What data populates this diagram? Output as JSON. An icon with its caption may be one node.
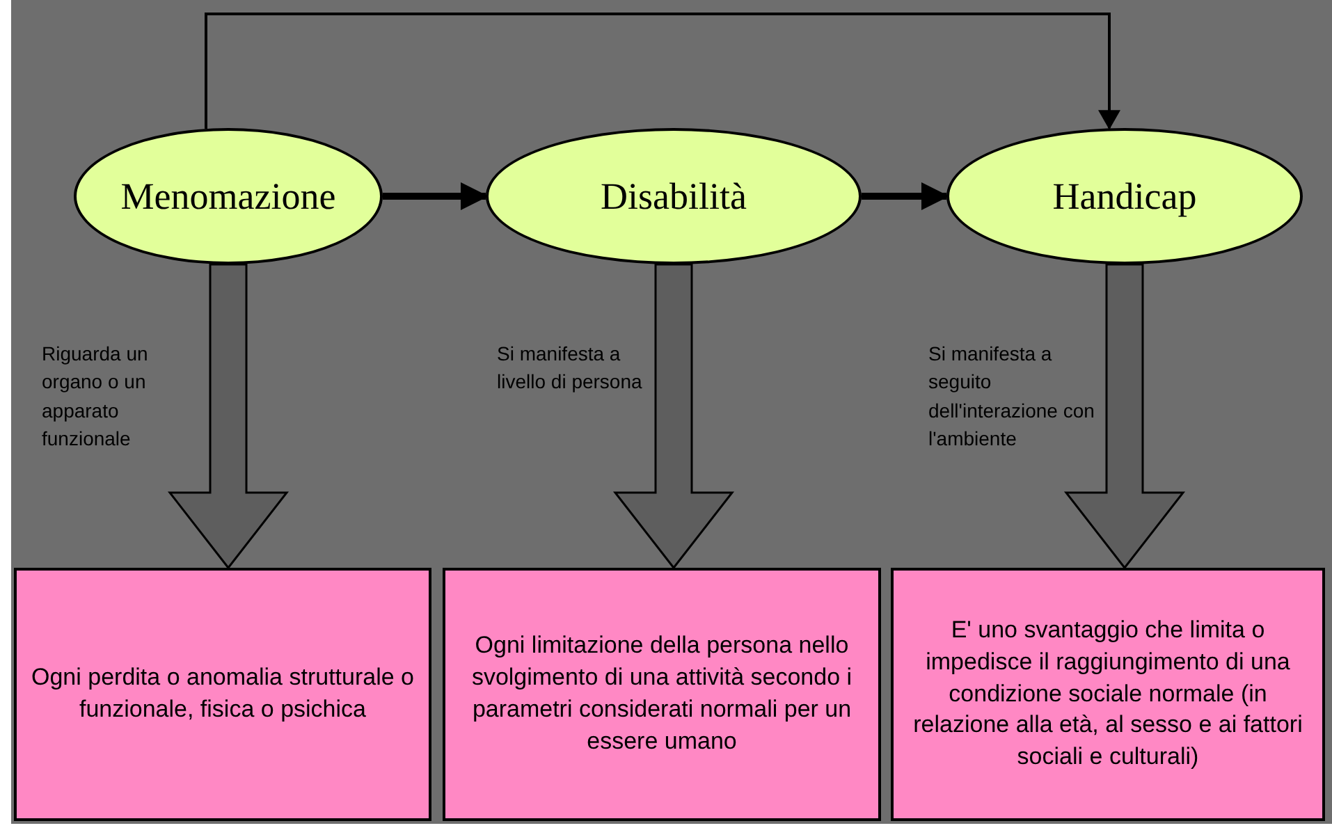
{
  "diagram": {
    "nodes": [
      {
        "text": [
          "Menomazione"
        ]
      },
      {
        "text": [
          "Disabilità"
        ]
      },
      {
        "text": [
          "Handicap"
        ]
      },
      {
        "text": [
          "Ogni perdita o anomalia strutturale o funzionale, fisica o psichica"
        ]
      },
      {
        "text": [
          "Ogni limitazione della persona nello svolgimento di una attività secondo i parametri considerati normali per un essere umano"
        ]
      },
      {
        "text": [
          "E' uno svantaggio che limita o impedisce il raggiungimento di una condizione sociale normale (in relazione alla età, al sesso e ai fattori sociali e culturali)"
        ]
      }
    ],
    "edges": [
      {
        "from": 0,
        "to": 1,
        "arrow": "to"
      },
      {
        "from": 1,
        "to": 2,
        "arrow": "to"
      },
      {
        "from": 0,
        "to": 2,
        "arrow": "to"
      },
      {
        "from": 0,
        "to": 3,
        "arrow": "to",
        "style": "thick",
        "label": "Riguarda un organo o un apparato funzionale"
      },
      {
        "from": 1,
        "to": 4,
        "arrow": "to",
        "style": "thick",
        "label": "Si manifesta a livello di persona"
      },
      {
        "from": 2,
        "to": 5,
        "arrow": "to",
        "style": "thick",
        "label": "Si manifesta a seguito dell'interazione con l'ambiente"
      }
    ]
  }
}
